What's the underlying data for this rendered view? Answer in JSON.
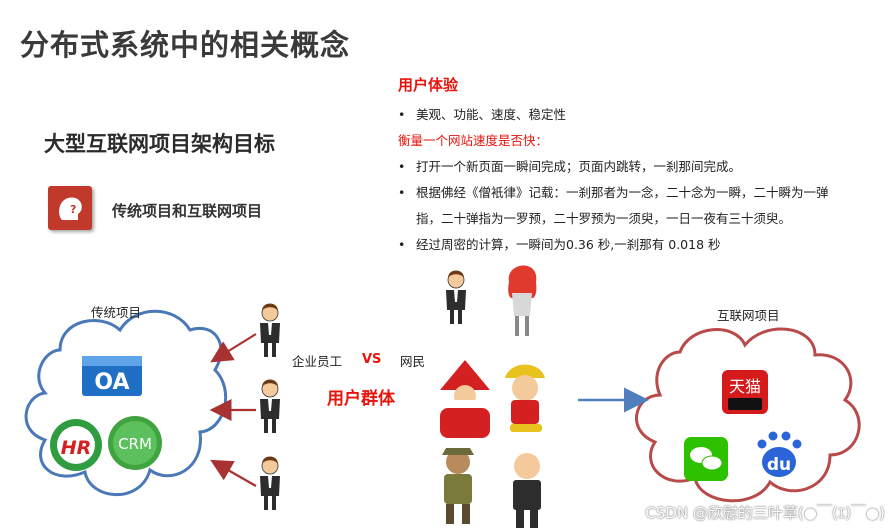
{
  "page_title": "分布式系统中的相关概念",
  "subtitle": "大型互联网项目架构目标",
  "icon_label": "传统项目和互联网项目",
  "user_experience": {
    "title": "用户体验",
    "bullet_1": "美观、功能、速度、稳定性",
    "measure_heading": "衡量一个网站速度是否快：",
    "bullet_2": "打开一个新页面一瞬间完成；页面内跳转，一刹那间完成。",
    "bullet_3_line1": "根据佛经《僧衹律》记载：一刹那者为一念，二十念为一瞬，二十瞬为一弹",
    "bullet_3_line2": "指，二十弹指为一罗预，二十罗预为一须臾，一日一夜有三十须臾。",
    "bullet_4": "经过周密的计算，一瞬间为0.36 秒,一刹那有 0.018 秒",
    "bullet_symbol": "•"
  },
  "diagram": {
    "traditional_label": "传统项目",
    "internet_label": "互联网项目",
    "employees_label": "企业员工",
    "vs_label": "VS",
    "netizens_label": "网民",
    "user_group_label": "用户群体",
    "oa_logo": "OA",
    "hr_logo": "HR",
    "crm_logo": "CRM",
    "tmall_logo": "天猫",
    "baidu_logo": "du",
    "cloud_left_color": "#4a78b8",
    "cloud_right_color": "#b84a4a",
    "arrow_left_color": "#a83232",
    "arrow_right_color": "#4f7fbf"
  },
  "watermark": "CSDN @欣慰的三叶草(●￣(ｴ)￣●)"
}
